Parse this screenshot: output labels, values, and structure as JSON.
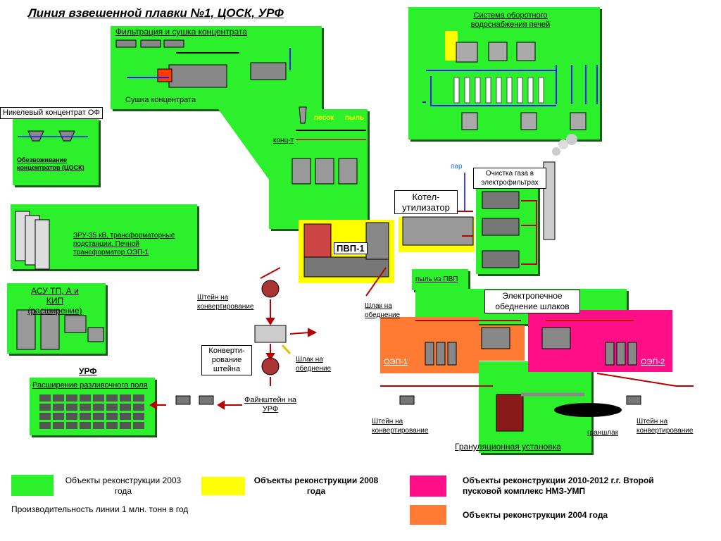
{
  "title": "Линия взвешенной плавки №1, ЦОСК, УРФ",
  "zones": {
    "filtration": "Фильтрация и сушка концентрата",
    "drying": "Сушка концентрата",
    "nickel_conc": "Никелевый концентрат ОФ",
    "dewatering": "Обезвоживание концентратов (ЦОСК)",
    "zru": "ЗРУ-35 кВ, трансформаторные подстанции. Печной трансформатор ОЭП-1",
    "asu": "АСУ ТП, А и КИП (расширение)",
    "urf": "УРФ",
    "urf_ext": "Расширение разливочного поля",
    "water": "Система оборотного водоснабжения печей",
    "gas": "Очистка газа в электрофильтрах",
    "boiler": "Котел-утилизатор",
    "pvp": "ПВП-1",
    "slag_elec": "Электропечное обеднение шлаков",
    "oep1": "ОЭП-1",
    "oep2": "ОЭП-2",
    "granulation": "Грануляционная установка"
  },
  "labels": {
    "sand": "песок",
    "dust": "пыль",
    "conc": "конц-т",
    "steam": "пар",
    "pvp_dust": "пыль из ПВП",
    "matte_conv1": "Штейн на конвертирование",
    "slag_depl1": "Шлак на обеднение",
    "converting": "Конверти-рование штейна",
    "slag_depl2": "Шлак на обеднение",
    "fine_matte": "Файнштейн на УРФ",
    "matte_conv2": "Штейн на конвертирование",
    "granslag": "граншлак",
    "matte_conv3": "Штейн на конвертирование"
  },
  "legend": {
    "green": "Объекты реконструкции 2003 года",
    "yellow": "Объекты реконструкции 2008 года",
    "pink": "Объекты реконструкции 2010-2012 г.г. Второй пусковой комплекс НМЗ-УМП",
    "orange": "Объекты реконструкции 2004 года",
    "capacity": "Производительность линии 1 млн. тонн в год"
  },
  "colors": {
    "green": "#2df02d",
    "yellow": "#ffff00",
    "pink": "#ff0f87",
    "orange": "#ff7a33",
    "blue": "#1a1aff",
    "red": "#c00000"
  }
}
